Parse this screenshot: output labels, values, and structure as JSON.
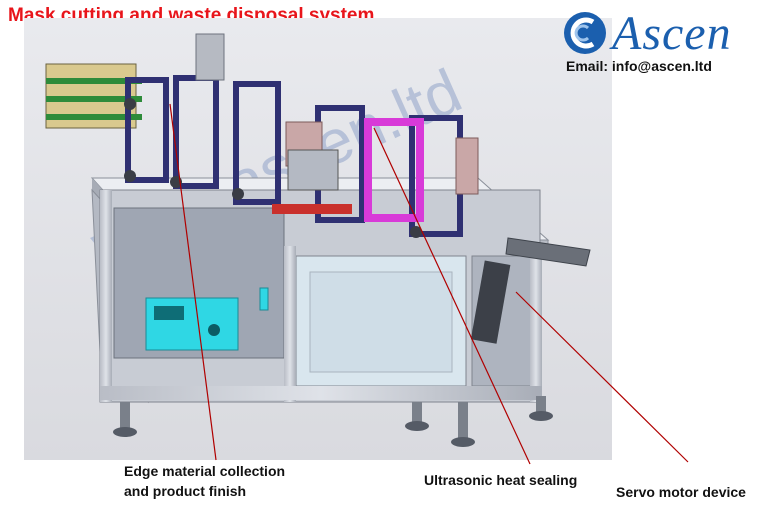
{
  "title": "Mask cutting and waste disposal system",
  "brand": {
    "name": "Ascen",
    "email_line": "Email: info@ascen.ltd"
  },
  "watermark": "www.ascen.ltd",
  "callouts": {
    "edge_line1": "Edge material collection",
    "edge_line2": "and product finish",
    "ultrasonic": "Ultrasonic heat sealing",
    "servo": "Servo motor device"
  },
  "colors": {
    "title": "#e8151b",
    "brand": "#1b5fae",
    "leader_lines": "#b00000",
    "machine_frame": "#c3c7cf",
    "stations": "#6d6fb3",
    "heat_seal_fixture": "#d83ad8",
    "rollers": "#2e8b3a"
  }
}
